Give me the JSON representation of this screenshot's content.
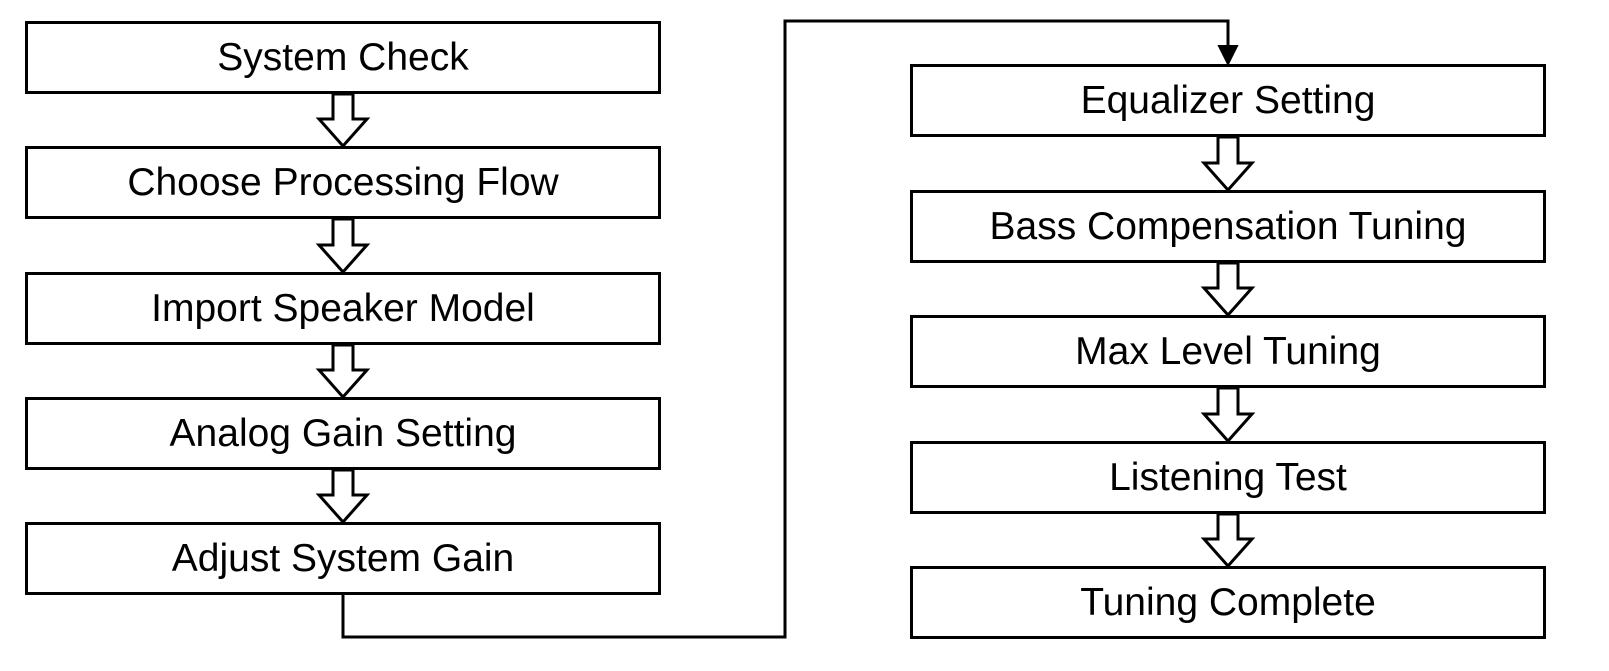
{
  "steps": {
    "system_check": "System Check",
    "choose_processing_flow": "Choose Processing Flow",
    "import_speaker_model": "Import Speaker Model",
    "analog_gain_setting": "Analog Gain Setting",
    "adjust_system_gain": "Adjust System Gain",
    "equalizer_setting": "Equalizer Setting",
    "bass_compensation_tuning": "Bass Compensation Tuning",
    "max_level_tuning": "Max Level Tuning",
    "listening_test": "Listening Test",
    "tuning_complete": "Tuning Complete"
  },
  "colors": {
    "stroke": "#000000",
    "background": "#ffffff"
  }
}
